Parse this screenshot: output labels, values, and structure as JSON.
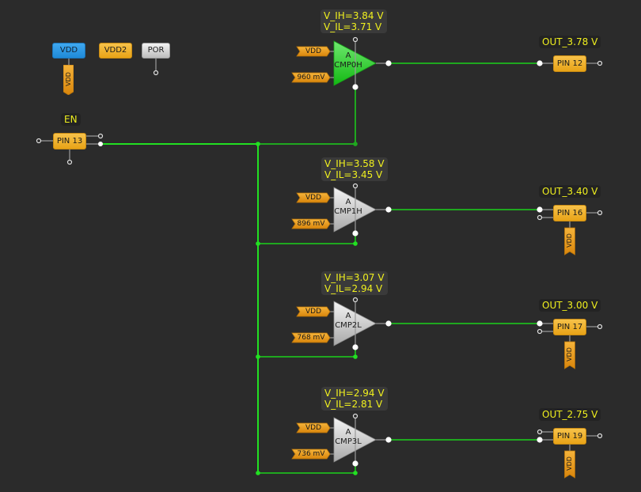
{
  "colors": {
    "background": "#2b2b2b",
    "wire_active": "#1fa81f",
    "wire_bright": "#22e022",
    "wire_idle": "#9a9a9a",
    "label_text": "#f0f01e",
    "pin_orange": "#f0b02a",
    "cmp_active": "#22cc22",
    "cmp_inactive": "#c8c8c8",
    "vdd_blue": "#2b98e4"
  },
  "supplies": {
    "vdd": "VDD",
    "vdd2": "VDD2",
    "por": "POR",
    "vdd_flag": "VDD"
  },
  "input_pin": {
    "label": "EN",
    "pin": "PIN 13"
  },
  "comparators": [
    {
      "name_line1": "A",
      "name_line2": "CMP0H",
      "v_ih": "V_IH=3.84 V",
      "v_il": "V_IL=3.71 V",
      "in_plus": "VDD",
      "in_minus": "960 mV",
      "active": true,
      "output_label": "OUT_3.78 V",
      "output_pin": "PIN 12",
      "has_vdd_flag": false
    },
    {
      "name_line1": "A",
      "name_line2": "CMP1H",
      "v_ih": "V_IH=3.58 V",
      "v_il": "V_IL=3.45 V",
      "in_plus": "VDD",
      "in_minus": "896 mV",
      "active": false,
      "output_label": "OUT_3.40 V",
      "output_pin": "PIN 16",
      "has_vdd_flag": true
    },
    {
      "name_line1": "A",
      "name_line2": "CMP2L",
      "v_ih": "V_IH=3.07 V",
      "v_il": "V_IL=2.94 V",
      "in_plus": "VDD",
      "in_minus": "768 mV",
      "active": false,
      "output_label": "OUT_3.00 V",
      "output_pin": "PIN 17",
      "has_vdd_flag": true
    },
    {
      "name_line1": "A",
      "name_line2": "CMP3L",
      "v_ih": "V_IH=2.94 V",
      "v_il": "V_IL=2.81 V",
      "in_plus": "VDD",
      "in_minus": "736 mV",
      "active": false,
      "output_label": "OUT_2.75 V",
      "output_pin": "PIN 19",
      "has_vdd_flag": true
    }
  ]
}
